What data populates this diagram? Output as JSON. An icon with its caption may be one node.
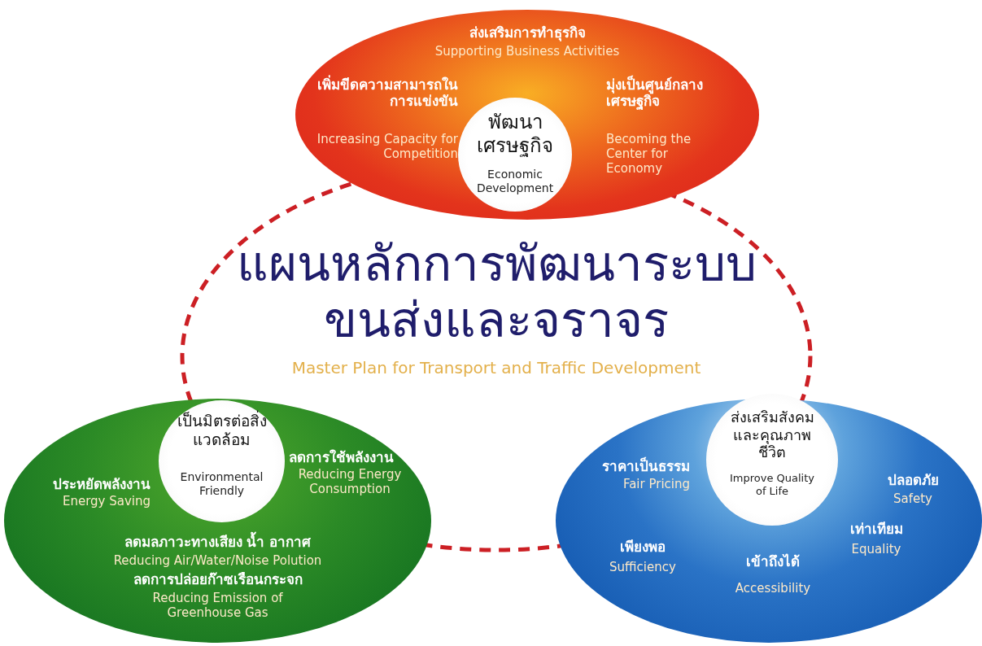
{
  "diagram": {
    "nodes": [
      {
        "text": [
          "แผนหลักการพัฒนาระบบขนส่งและจราจร",
          "Master Plan for Transport and Traffic Development"
        ]
      },
      {
        "text": [
          "ส่งเสริมการทำธุรกิจ",
          "Supporting Business Activities",
          "เพิ่มขีดความสามารถในการแข่งขัน",
          "Increasing Capacity for Competition",
          "มุ่งเป็นศูนย์กลางเศรษฐกิจ",
          "Becoming the Center for Economy"
        ]
      },
      {
        "text": [
          "พัฒนาเศรษฐกิจ",
          "Economic Development"
        ],
        "in": 1
      },
      {
        "text": [
          "ประหยัดพลังงาน",
          "Energy Saving",
          "ลดการใช้พลังงาน",
          "Reducing Energy Consumption",
          "ลดมลภาวะทางเสียง น้ำ อากาศ",
          "Reducing Air/Water/Noise Polution",
          "ลดการปล่อยก๊าซเรือนกระจก",
          "Reducing Emission of Greenhouse Gas"
        ]
      },
      {
        "text": [
          "เป็นมิตรต่อสิ่งแวดล้อม",
          "Environmental Friendly"
        ],
        "in": 3
      },
      {
        "text": [
          "ราคาเป็นธรรม",
          "Fair Pricing",
          "ปลอดภัย",
          "Safety",
          "เพียงพอ",
          "Sufficiency",
          "เข้าถึงได้",
          "Accessibility",
          "เท่าเทียม",
          "Equality"
        ]
      },
      {
        "text": [
          "ส่งเสริมสังคมและคุณภาพชีวิต",
          "Improve Quality of Life"
        ],
        "in": 5
      }
    ]
  }
}
